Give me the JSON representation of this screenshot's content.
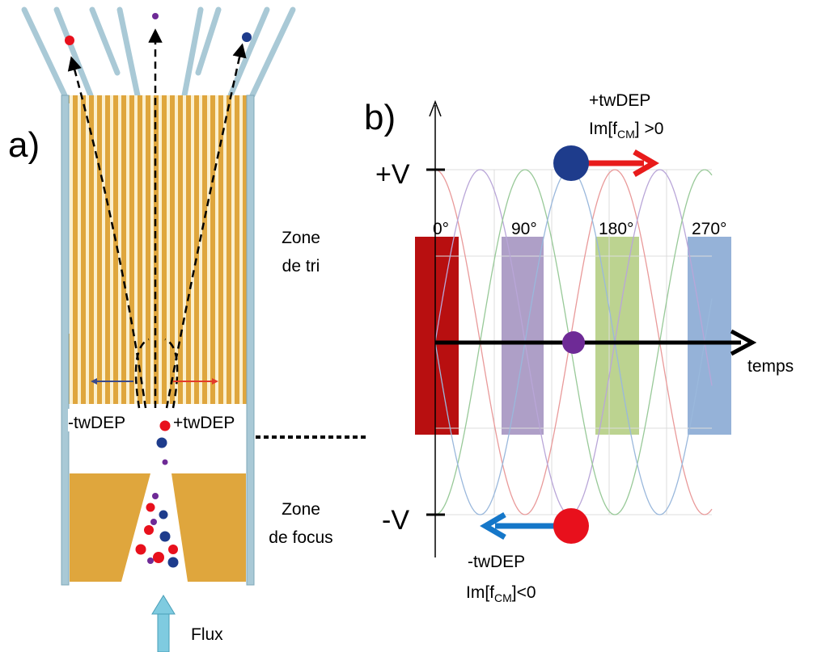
{
  "panel_a": {
    "label": "a)",
    "zone_sort": [
      "Zone",
      "de tri"
    ],
    "zone_focus": [
      "Zone",
      "de focus"
    ],
    "minus_twdep": "-twDEP",
    "plus_twdep": "+twDEP",
    "flux": "Flux"
  },
  "panel_b": {
    "label": "b)",
    "plus_v": "+V",
    "minus_v": "-V",
    "time_label": "temps",
    "phases": [
      "0°",
      "90°",
      "180°",
      "270°"
    ],
    "plus_label": "+twDEP",
    "plus_cond": {
      "pre": "Im[f",
      "sub": "CM",
      "post": "] >0"
    },
    "minus_label": "-twDEP",
    "minus_cond": {
      "pre": "Im[f",
      "sub": "CM",
      "post": "]<0"
    }
  },
  "colors": {
    "electrode_gold": "#dfa63d",
    "electrode_stripe": "#fbf0cf",
    "wall": "#a9c9d6",
    "red_particle": "#e8101c",
    "blue_particle": "#1e3c8c",
    "purple_particle": "#6e2a96",
    "phase_0": "#b80f10",
    "phase_90": "#ae9fc7",
    "phase_180": "#bcd390",
    "phase_270": "#95b2d8",
    "arrow_red": "#e81b1b",
    "arrow_blue": "#1577c9",
    "flux_arrow": "#7fcbe0"
  }
}
